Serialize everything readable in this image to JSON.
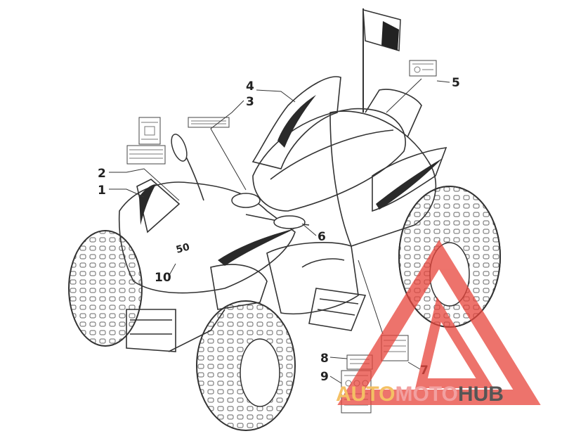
{
  "callouts": [
    {
      "label": "1"
    },
    {
      "label": "2"
    },
    {
      "label": "3"
    },
    {
      "label": "4"
    },
    {
      "label": "5"
    },
    {
      "label": "6"
    },
    {
      "label": "7"
    },
    {
      "label": "8"
    },
    {
      "label": "9"
    },
    {
      "label": "10"
    }
  ],
  "fender_badge": "50",
  "watermark": {
    "part1": "AUTO",
    "part2": "MOTO",
    "part3": "HUB",
    "color_triangle": "#e8453c",
    "color_auto": "#f4c064",
    "color_moto": "#f2a0a0",
    "color_hub": "#555555"
  }
}
